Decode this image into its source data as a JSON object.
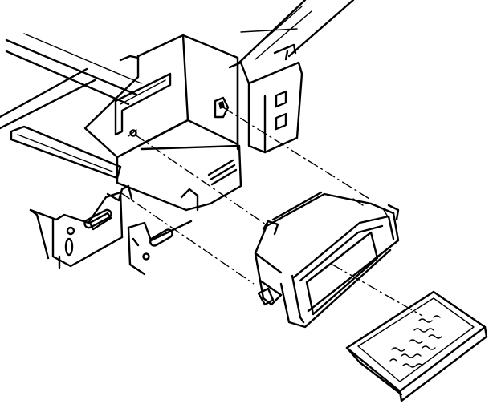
{
  "diagram": {
    "style": "black line-art exploded assembly drawing",
    "colors": {
      "ink": "#000000",
      "paper": "#ffffff"
    },
    "parts": [
      "dashboard-mounting-frame",
      "mounting-bracket-right",
      "mounting-bracket-left",
      "mounting-sleeve",
      "trim-bezel",
      "alignment-guide-lines"
    ]
  }
}
